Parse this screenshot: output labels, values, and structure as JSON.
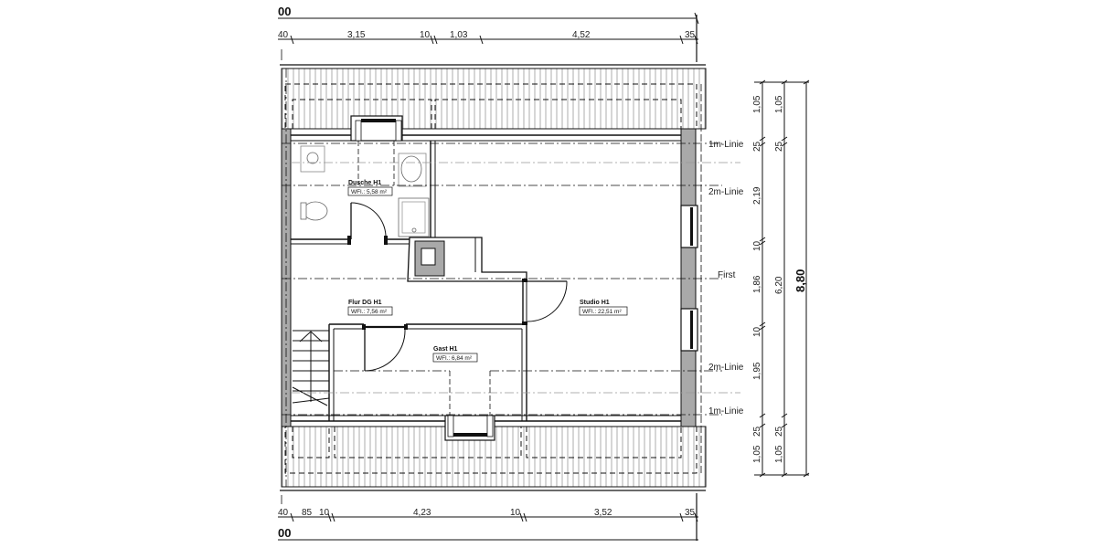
{
  "drawing": {
    "overall_width_label": "00",
    "top_dimensions": [
      "40",
      "3,15",
      "10",
      "1,03",
      "4,52",
      "35"
    ],
    "bottom_dimensions": [
      "40",
      "85",
      "10",
      "4,23",
      "10",
      "3,52",
      "35"
    ],
    "right_dimensions_inner": [
      "1,05",
      "25",
      "2,19",
      "10",
      "1,86",
      "10",
      "1,95",
      "25",
      "1,05"
    ],
    "right_dimensions_middle": [
      "1,05",
      "25",
      "6,20",
      "25",
      "1,05"
    ],
    "right_dimension_total": "8,80",
    "height_lines": [
      {
        "label": "1m-Linie"
      },
      {
        "label": "2m-Linie"
      },
      {
        "label": "First"
      },
      {
        "label": "2m-Linie"
      },
      {
        "label": "1m-Linie"
      }
    ]
  },
  "rooms": [
    {
      "name": "Dusche H1",
      "area": "WFl.: 5,58 m²"
    },
    {
      "name": "Flur DG H1",
      "area": "WFl.: 7,56 m²"
    },
    {
      "name": "Studio H1",
      "area": "WFl.: 22,51 m²"
    },
    {
      "name": "Gast H1",
      "area": "WFl.: 6,84 m²"
    }
  ],
  "colors": {
    "line": "#111111",
    "wall_fill": "#a9a9a9",
    "roof_hatch": "#777777",
    "background": "#ffffff"
  }
}
